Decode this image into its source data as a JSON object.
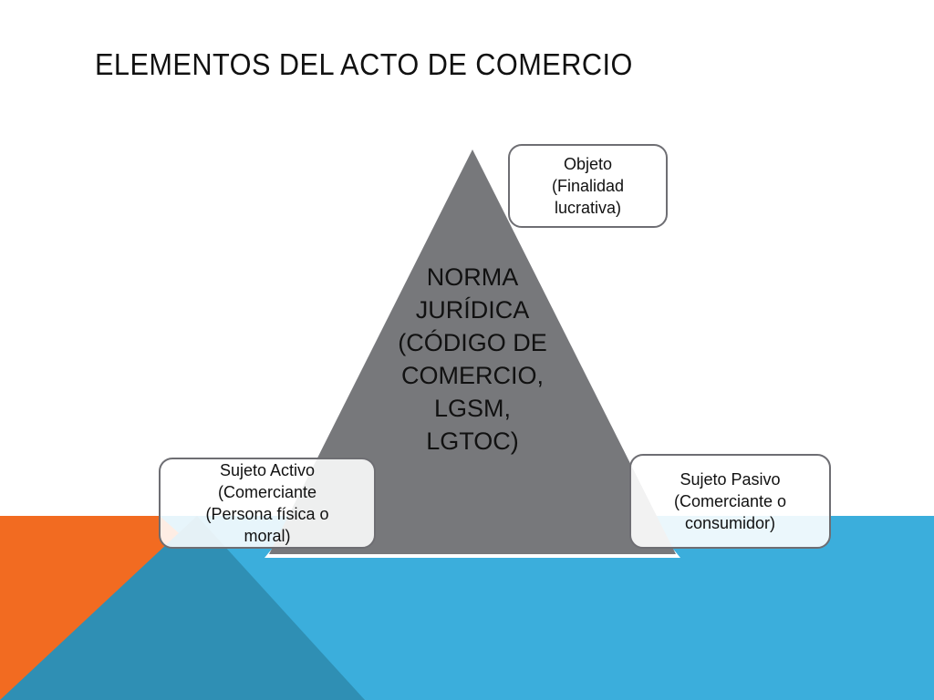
{
  "slide": {
    "title": "ELEMENTOS DEL ACTO DE COMERCIO"
  },
  "pyramid": {
    "lines": [
      "NORMA",
      "JURÍDICA",
      "(CÓDIGO DE",
      "COMERCIO,",
      "LGSM,",
      "LGTOC)"
    ]
  },
  "callouts": {
    "objeto": {
      "lines": [
        "Objeto",
        "(Finalidad",
        "lucrativa)"
      ]
    },
    "sujeto_activo": {
      "lines": [
        "Sujeto Activo",
        "(Comerciante",
        "(Persona física o",
        "moral)"
      ]
    },
    "sujeto_pasivo": {
      "lines": [
        "Sujeto Pasivo",
        "(Comerciante o",
        "consumidor)"
      ]
    }
  },
  "colors": {
    "orange": "#f26b21",
    "blue": "#3baedc",
    "dark_blue": "#2f8fb4",
    "pyramid_gray": "#77787b",
    "border_gray": "#6e6e73"
  }
}
